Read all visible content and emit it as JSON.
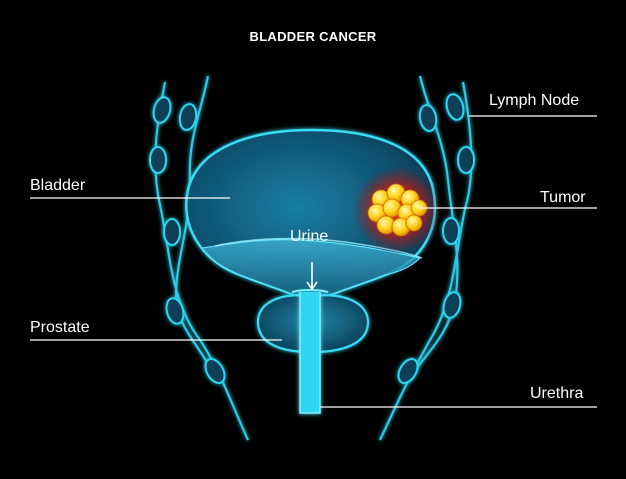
{
  "title": "BLADDER CANCER",
  "labels": {
    "lymph_node": "Lymph Node",
    "bladder": "Bladder",
    "tumor": "Tumor",
    "urine": "Urine",
    "prostate": "Prostate",
    "urethra": "Urethra"
  },
  "colors": {
    "background": "#000000",
    "organ_glow": "#2fd6f2",
    "organ_fill": "#0e5a78",
    "tumor": "#ffd21a",
    "tumor_halo": "#ff2a12",
    "leader_line": "#ffffff"
  }
}
